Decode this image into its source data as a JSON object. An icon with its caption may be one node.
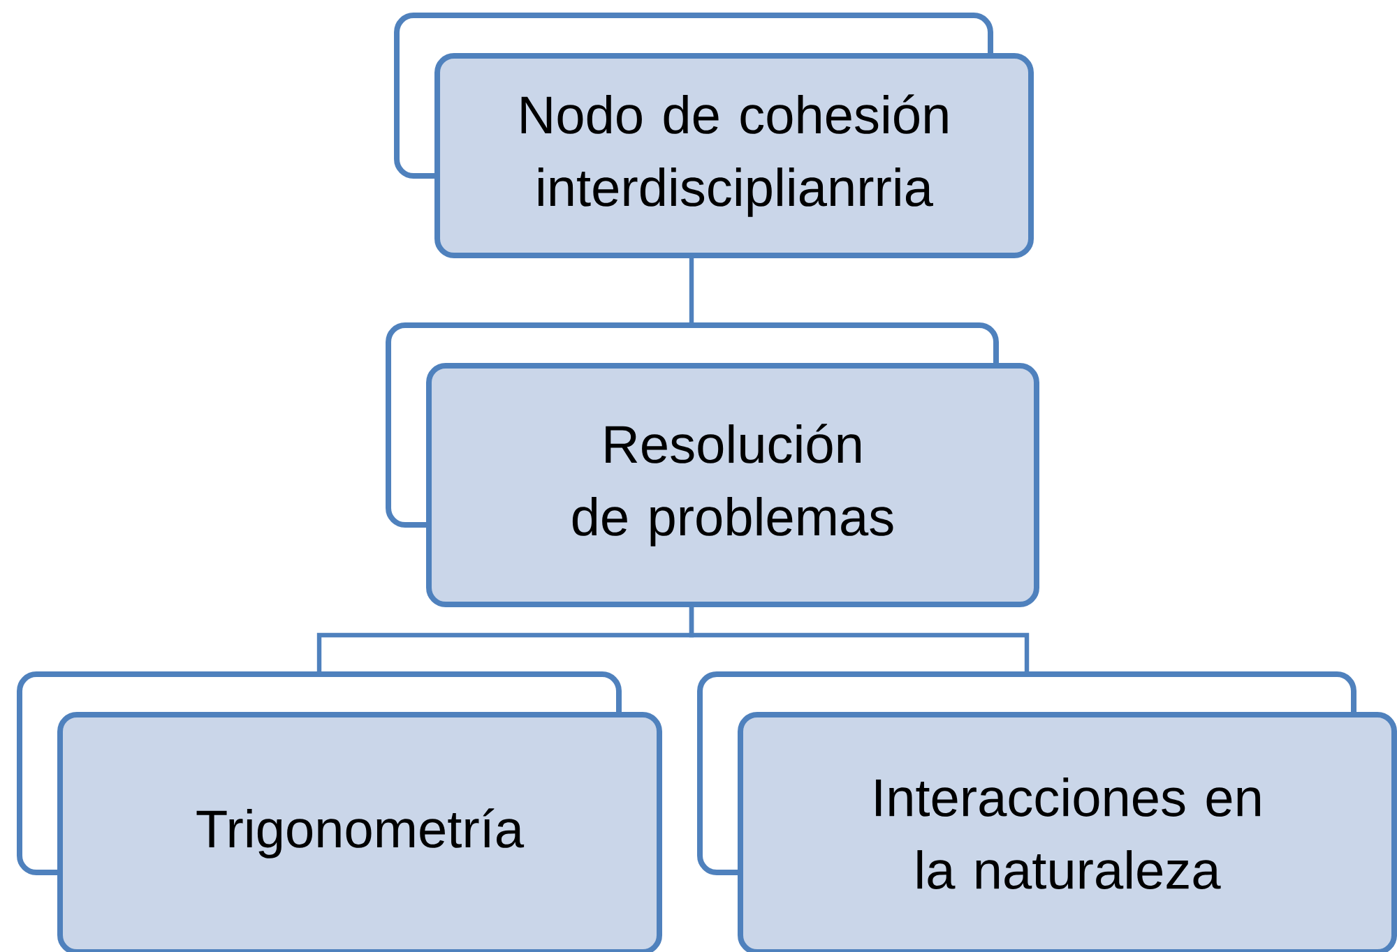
{
  "diagram": {
    "nodes": [
      {
        "text": [
          "Nodo de cohesión interdisciplianrria"
        ]
      },
      {
        "text": [
          "Resolución de problemas"
        ]
      },
      {
        "text": [
          "Trigonometría"
        ]
      },
      {
        "text": [
          "Interacciones en la naturaleza"
        ]
      }
    ],
    "edges": [
      {
        "from": 0,
        "to": 1,
        "arrow": "none"
      },
      {
        "from": 1,
        "to": 2,
        "arrow": "none"
      },
      {
        "from": 1,
        "to": 3,
        "arrow": "none"
      }
    ]
  }
}
